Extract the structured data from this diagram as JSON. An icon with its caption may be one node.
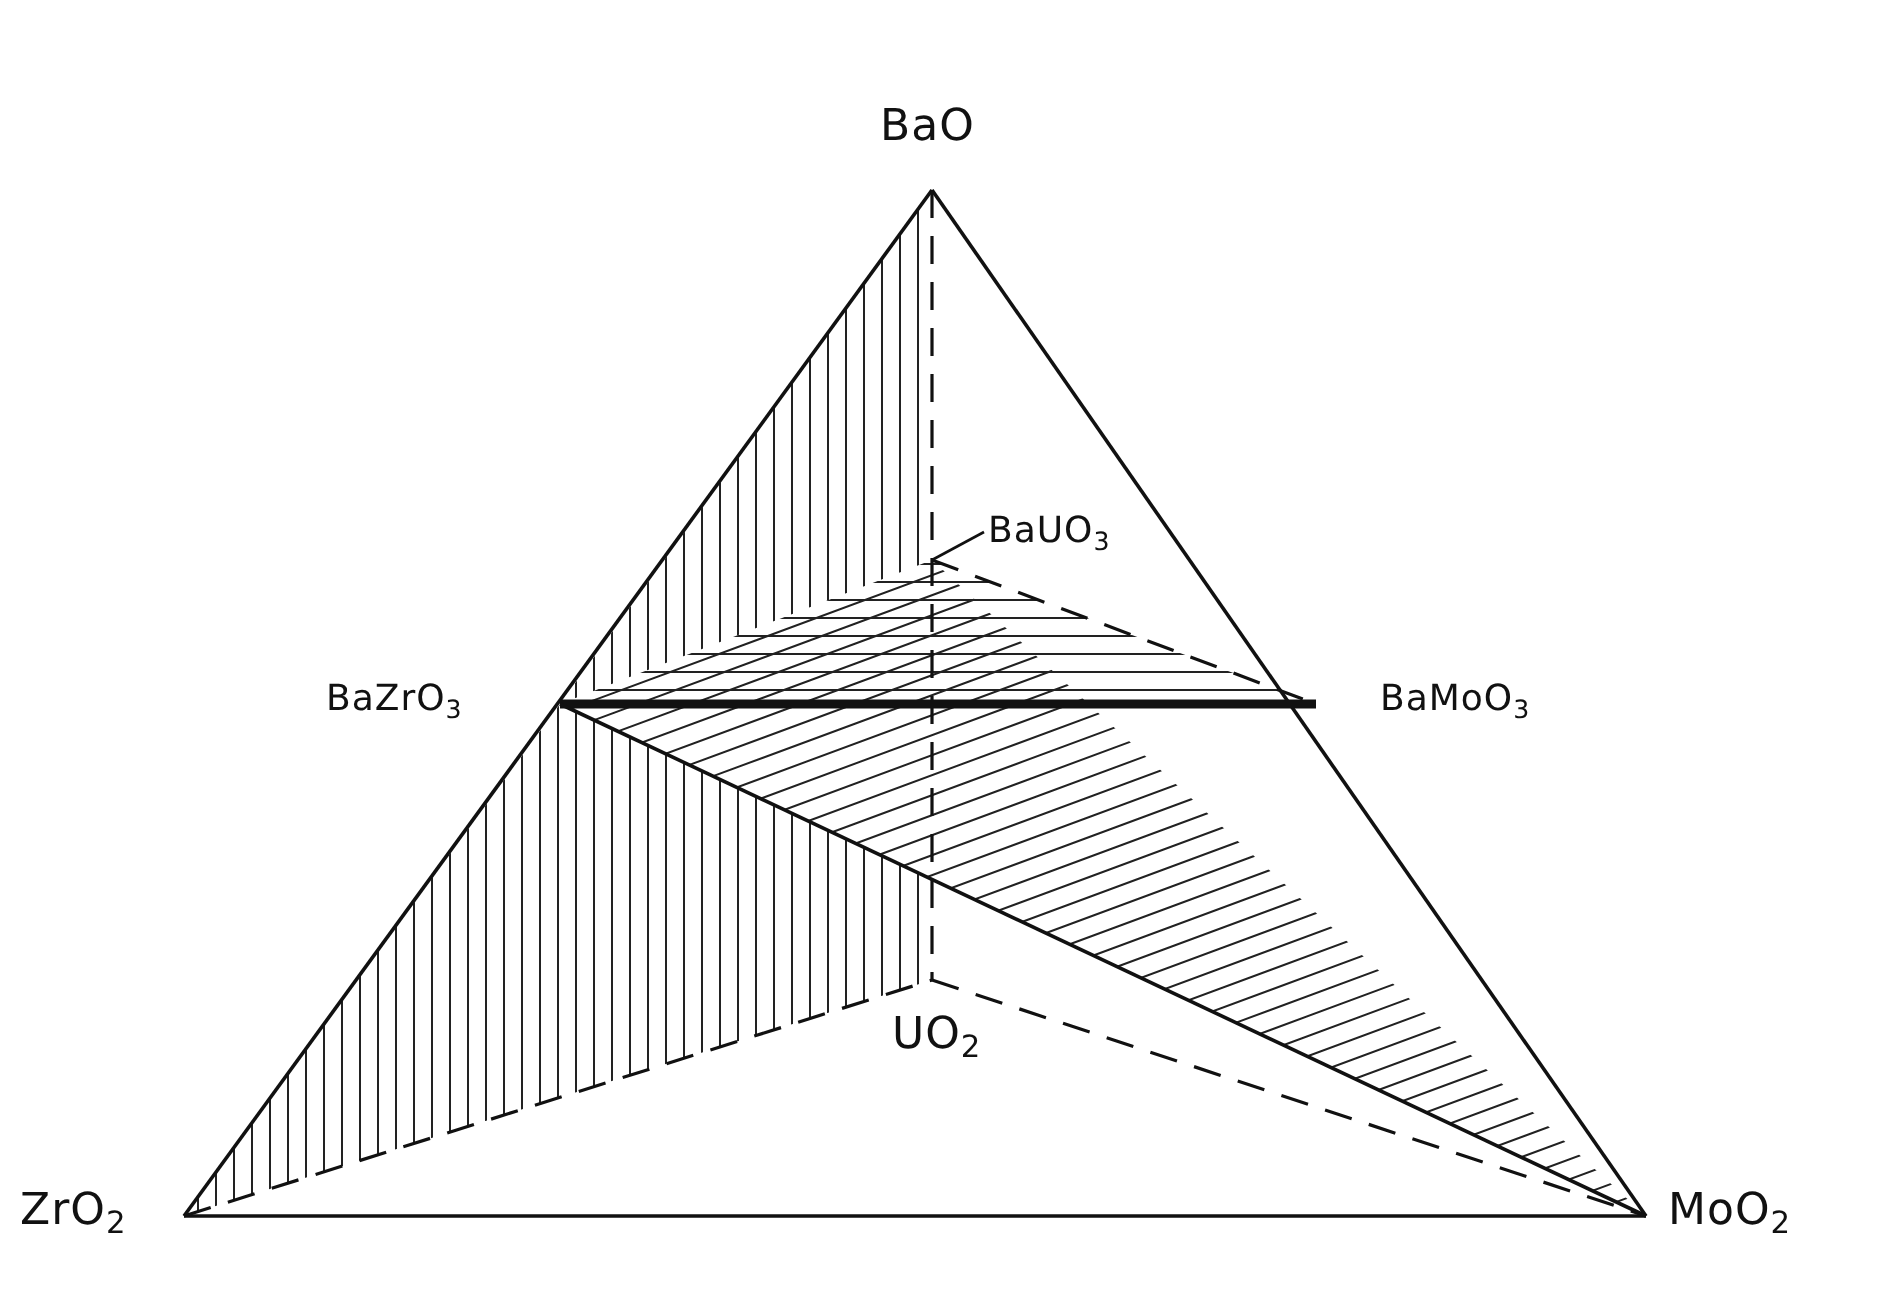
{
  "diagram": {
    "nodes": [
      {
        "text": [
          "BaO"
        ]
      },
      {
        "text": [
          "BaUO$_{3}$"
        ]
      },
      {
        "text": [
          "BaZrO$_{3}$"
        ]
      },
      {
        "text": [
          "BaMoO$_{3}$"
        ]
      },
      {
        "text": [
          "UO$_{2}$"
        ]
      },
      {
        "text": [
          "ZrO$_{2}$"
        ]
      },
      {
        "text": [
          "MoO$_{2}$"
        ]
      }
    ],
    "edges": [
      {
        "from": 0,
        "to": 5,
        "arrow": "none"
      },
      {
        "from": 0,
        "to": 6,
        "arrow": "none"
      },
      {
        "from": 5,
        "to": 6,
        "arrow": "none"
      },
      {
        "from": 0,
        "to": 4,
        "arrow": "none",
        "style": "dashed"
      },
      {
        "from": 5,
        "to": 4,
        "arrow": "none",
        "style": "dashed"
      },
      {
        "from": 4,
        "to": 6,
        "arrow": "none",
        "style": "dashed"
      },
      {
        "from": 2,
        "to": 3,
        "arrow": "none",
        "style": "thick"
      },
      {
        "from": 2,
        "to": 6,
        "arrow": "none"
      },
      {
        "from": 1,
        "to": 3,
        "arrow": "none",
        "style": "dashed"
      },
      {
        "from": 1,
        "to": null,
        "arrow": "none"
      }
    ]
  }
}
